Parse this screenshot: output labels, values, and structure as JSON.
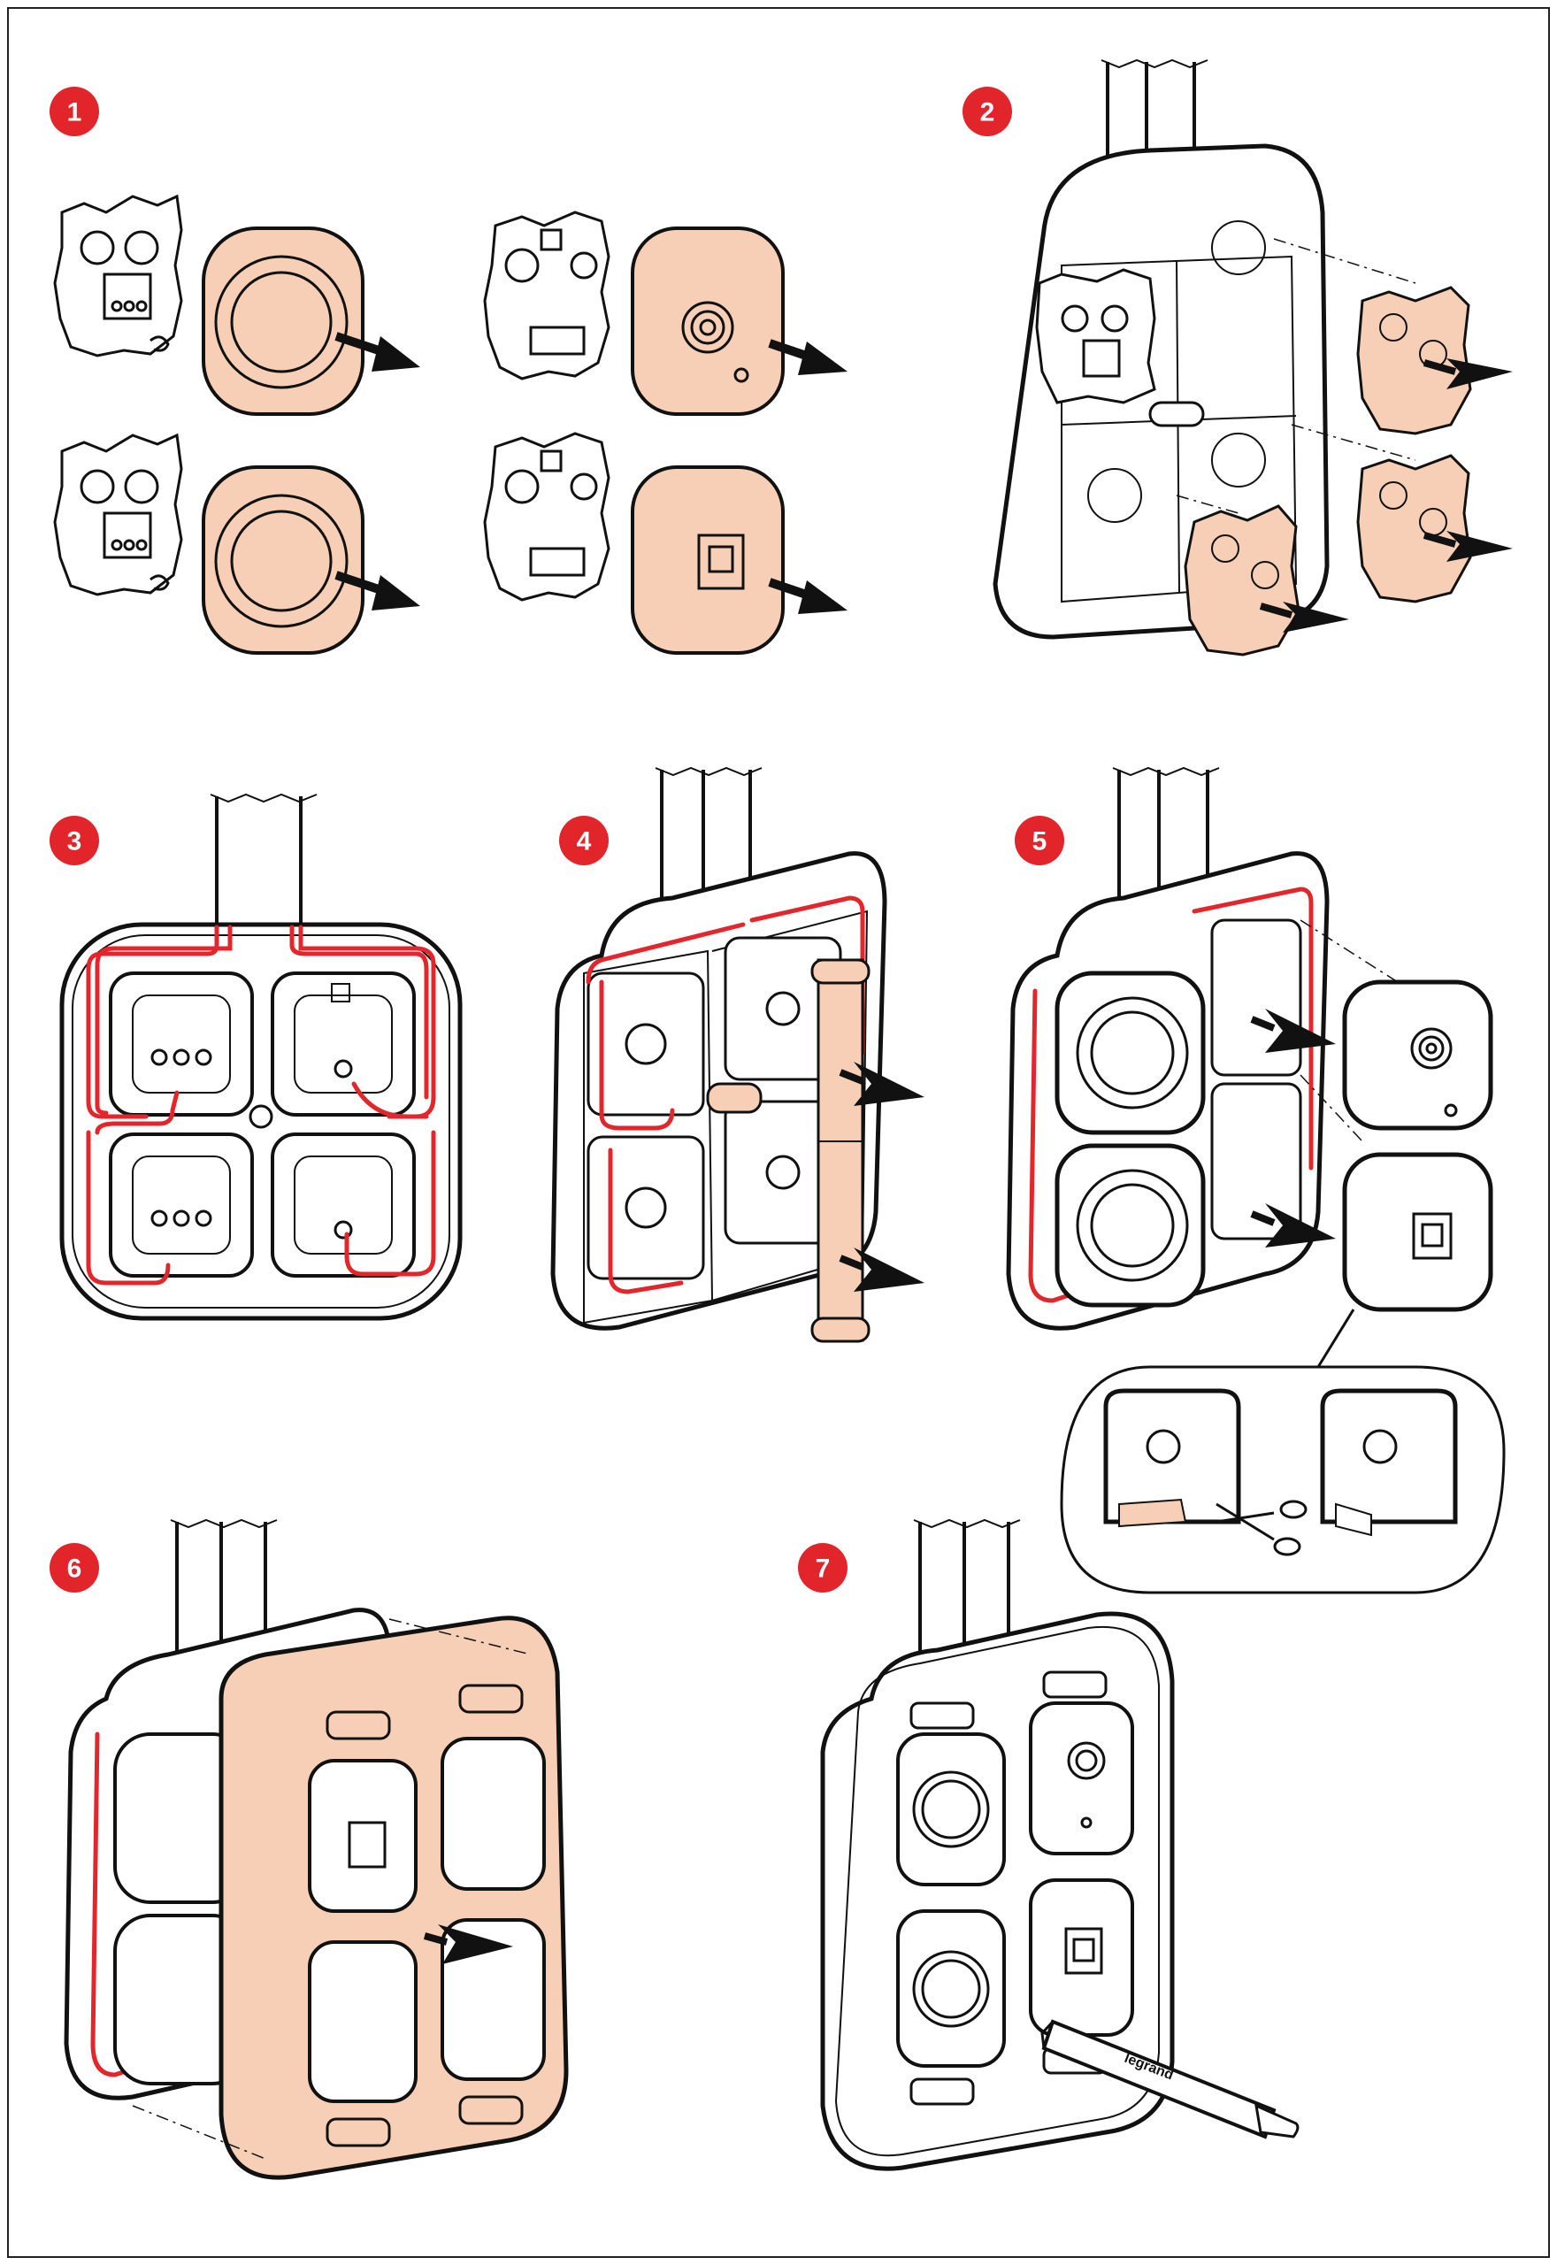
{
  "colors": {
    "badge": "#e2242b",
    "part_fill": "#f6cfb6",
    "wire": "#e3262c",
    "line": "#111111",
    "background": "#ffffff"
  },
  "steps": [
    {
      "label": "1"
    },
    {
      "label": "2"
    },
    {
      "label": "3"
    },
    {
      "label": "4"
    },
    {
      "label": "5"
    },
    {
      "label": "6"
    },
    {
      "label": "7"
    }
  ],
  "brand": {
    "text": "legrand"
  }
}
